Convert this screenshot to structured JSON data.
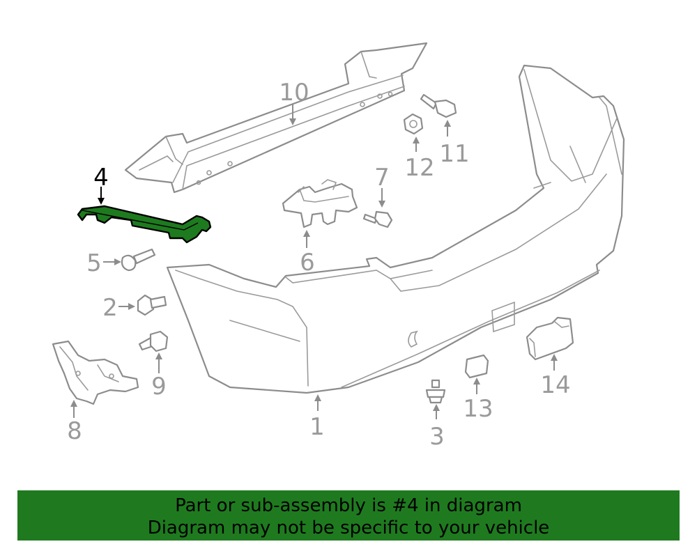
{
  "callouts": {
    "c1": "1",
    "c2": "2",
    "c3": "3",
    "c4": "4",
    "c5": "5",
    "c6": "6",
    "c7": "7",
    "c8": "8",
    "c9": "9",
    "c10": "10",
    "c11": "11",
    "c12": "12",
    "c13": "13",
    "c14": "14"
  },
  "highlighted_part": "4",
  "colors": {
    "highlight": "#1f7a1f",
    "line": "#8c8c8c",
    "label": "#9a9a9a"
  },
  "banner": {
    "line1": "Part or sub-assembly is #4 in diagram",
    "line2": "Diagram may not be specific to your vehicle"
  }
}
